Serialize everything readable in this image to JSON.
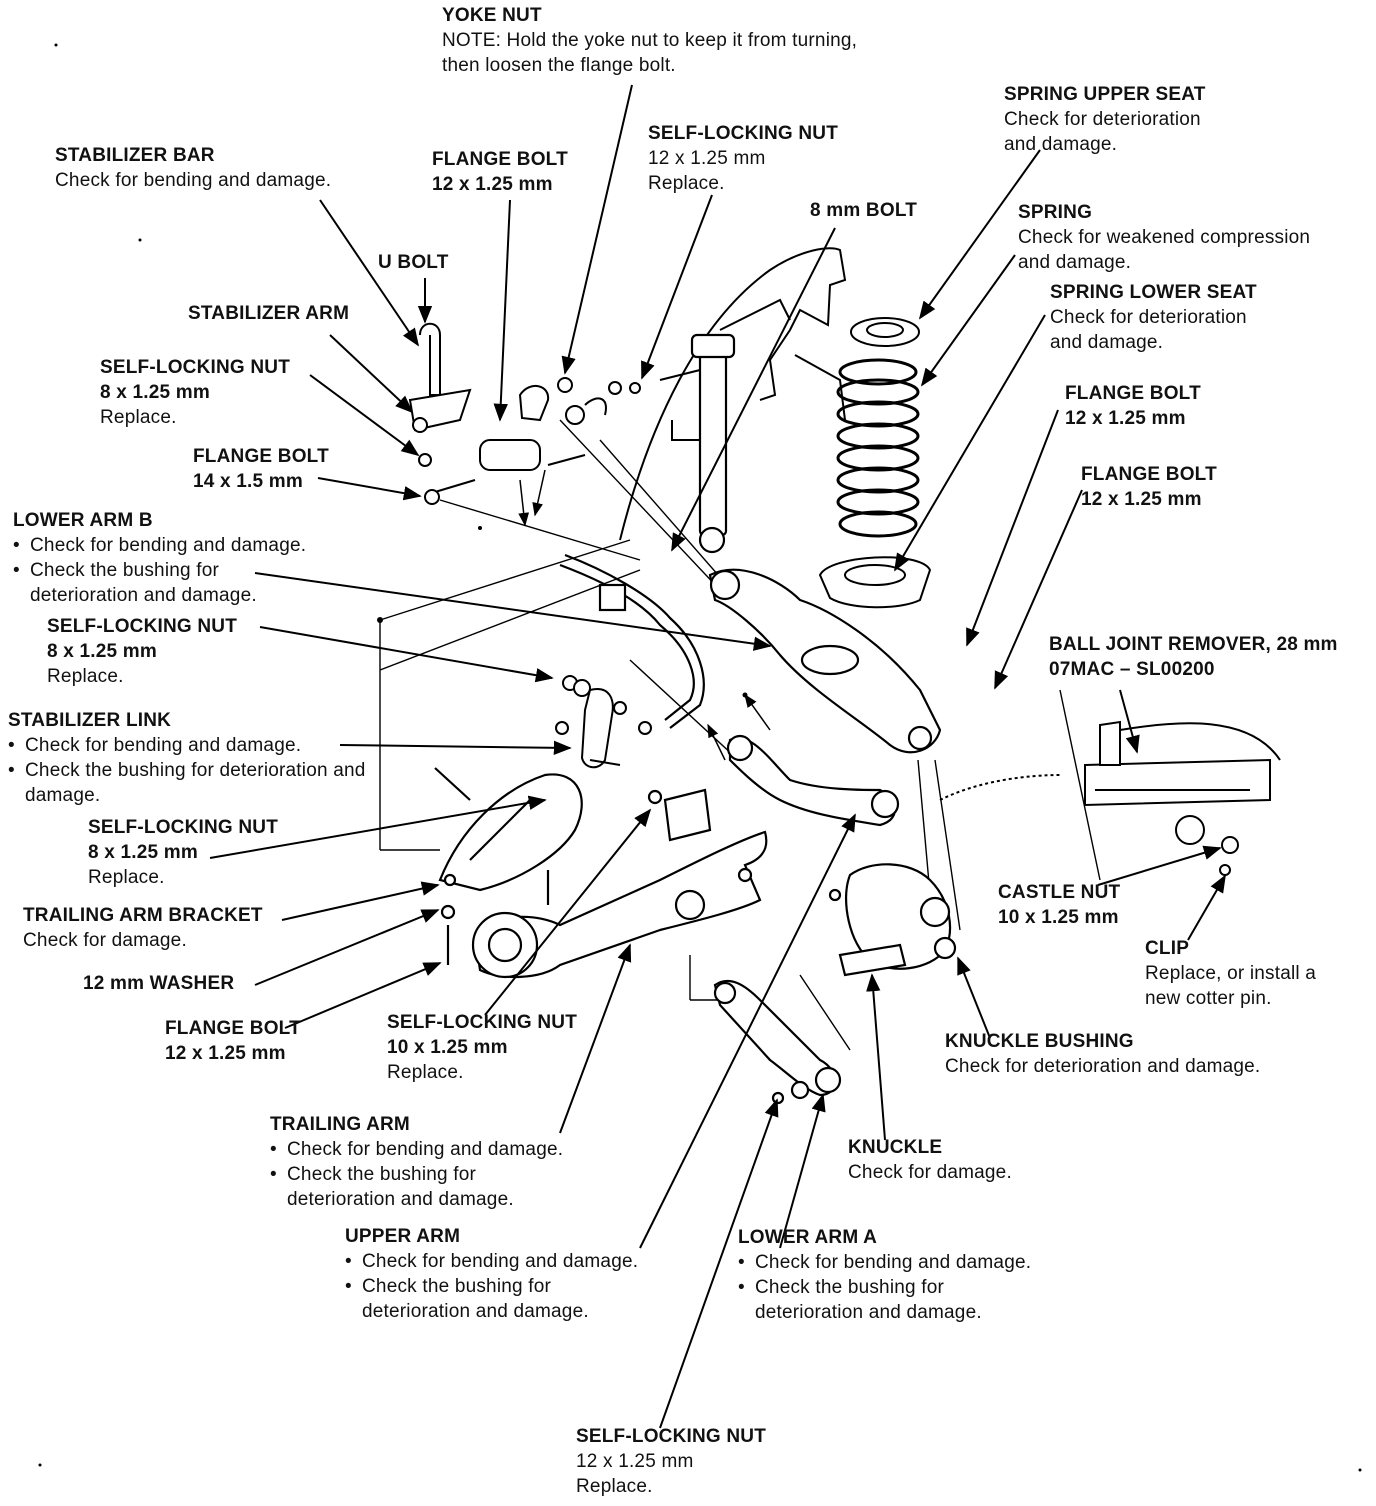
{
  "labels": {
    "yoke_nut": {
      "title": "YOKE NUT",
      "lines": [
        "NOTE:  Hold the yoke nut to keep it from turning,",
        "then loosen the flange bolt."
      ]
    },
    "spring_upper_seat": {
      "title": "SPRING UPPER SEAT",
      "lines": [
        "Check for deterioration",
        "and damage."
      ]
    },
    "self_locking_nut_top": {
      "title": "SELF-LOCKING NUT",
      "lines": [
        "12 x 1.25 mm",
        "Replace."
      ]
    },
    "stabilizer_bar": {
      "title": "STABILIZER BAR",
      "lines": [
        "Check for bending and damage."
      ]
    },
    "flange_bolt_top": {
      "title": "FLANGE BOLT",
      "lines": [
        "12 x 1.25 mm"
      ]
    },
    "eight_mm_bolt": {
      "title": "8 mm BOLT",
      "lines": []
    },
    "spring": {
      "title": "SPRING",
      "lines": [
        "Check for weakened compression",
        "and damage."
      ]
    },
    "u_bolt": {
      "title": "U BOLT",
      "lines": []
    },
    "spring_lower_seat": {
      "title": "SPRING LOWER SEAT",
      "lines": [
        "Check for deterioration",
        "and damage."
      ]
    },
    "stabilizer_arm": {
      "title": "STABILIZER ARM",
      "lines": []
    },
    "self_locking_nut_8_upper": {
      "title": "SELF-LOCKING NUT",
      "lines": [
        "8 x 1.25 mm",
        "Replace."
      ]
    },
    "flange_bolt_right1": {
      "title": "FLANGE BOLT",
      "lines": [
        "12 x 1.25 mm"
      ]
    },
    "flange_bolt_14": {
      "title": "FLANGE BOLT",
      "lines": [
        "14 x 1.5 mm"
      ]
    },
    "flange_bolt_right2": {
      "title": "FLANGE BOLT",
      "lines": [
        "12 x 1.25 mm"
      ]
    },
    "lower_arm_b": {
      "title": "LOWER ARM B",
      "bullets": [
        "Check for bending and damage.",
        "Check the bushing for deterioration and damage."
      ]
    },
    "self_locking_nut_8_mid": {
      "title": "SELF-LOCKING NUT",
      "lines": [
        "8 x 1.25 mm",
        "Replace."
      ]
    },
    "ball_joint_remover": {
      "title": "BALL JOINT REMOVER, 28 mm",
      "lines": [
        "07MAC – SL00200"
      ]
    },
    "stabilizer_link": {
      "title": "STABILIZER LINK",
      "bullets": [
        "Check for bending and damage.",
        "Check the bushing for deterioration and damage."
      ]
    },
    "self_locking_nut_8_low": {
      "title": "SELF-LOCKING NUT",
      "lines": [
        "8 x 1.25 mm",
        "Replace."
      ]
    },
    "castle_nut": {
      "title": "CASTLE NUT",
      "lines": [
        "10 x 1.25 mm"
      ]
    },
    "trailing_arm_bracket": {
      "title": "TRAILING ARM BRACKET",
      "lines": [
        "Check for damage."
      ]
    },
    "clip": {
      "title": "CLIP",
      "lines": [
        "Replace, or install a",
        "new cotter pin."
      ]
    },
    "washer_12mm": {
      "title": "12 mm WASHER",
      "lines": []
    },
    "flange_bolt_bottom": {
      "title": "FLANGE BOLT",
      "lines": [
        "12 x 1.25 mm"
      ]
    },
    "self_locking_nut_10": {
      "title": "SELF-LOCKING NUT",
      "lines": [
        "10 x 1.25 mm",
        "Replace."
      ]
    },
    "knuckle_bushing": {
      "title": "KNUCKLE BUSHING",
      "lines": [
        "Check for deterioration and damage."
      ]
    },
    "trailing_arm": {
      "title": "TRAILING ARM",
      "bullets": [
        "Check for bending and damage.",
        "Check the bushing for deterioration and damage."
      ]
    },
    "knuckle": {
      "title": "KNUCKLE",
      "lines": [
        "Check for damage."
      ]
    },
    "upper_arm": {
      "title": "UPPER ARM",
      "bullets": [
        "Check for bending and damage.",
        "Check the bushing for deterioration and damage."
      ]
    },
    "lower_arm_a": {
      "title": "LOWER ARM A",
      "bullets": [
        "Check for bending and damage.",
        "Check the bushing for deterioration and damage."
      ]
    },
    "self_locking_nut_12_bottom": {
      "title": "SELF-LOCKING NUT",
      "lines": [
        "12 x 1.25 mm",
        "Replace."
      ]
    }
  }
}
